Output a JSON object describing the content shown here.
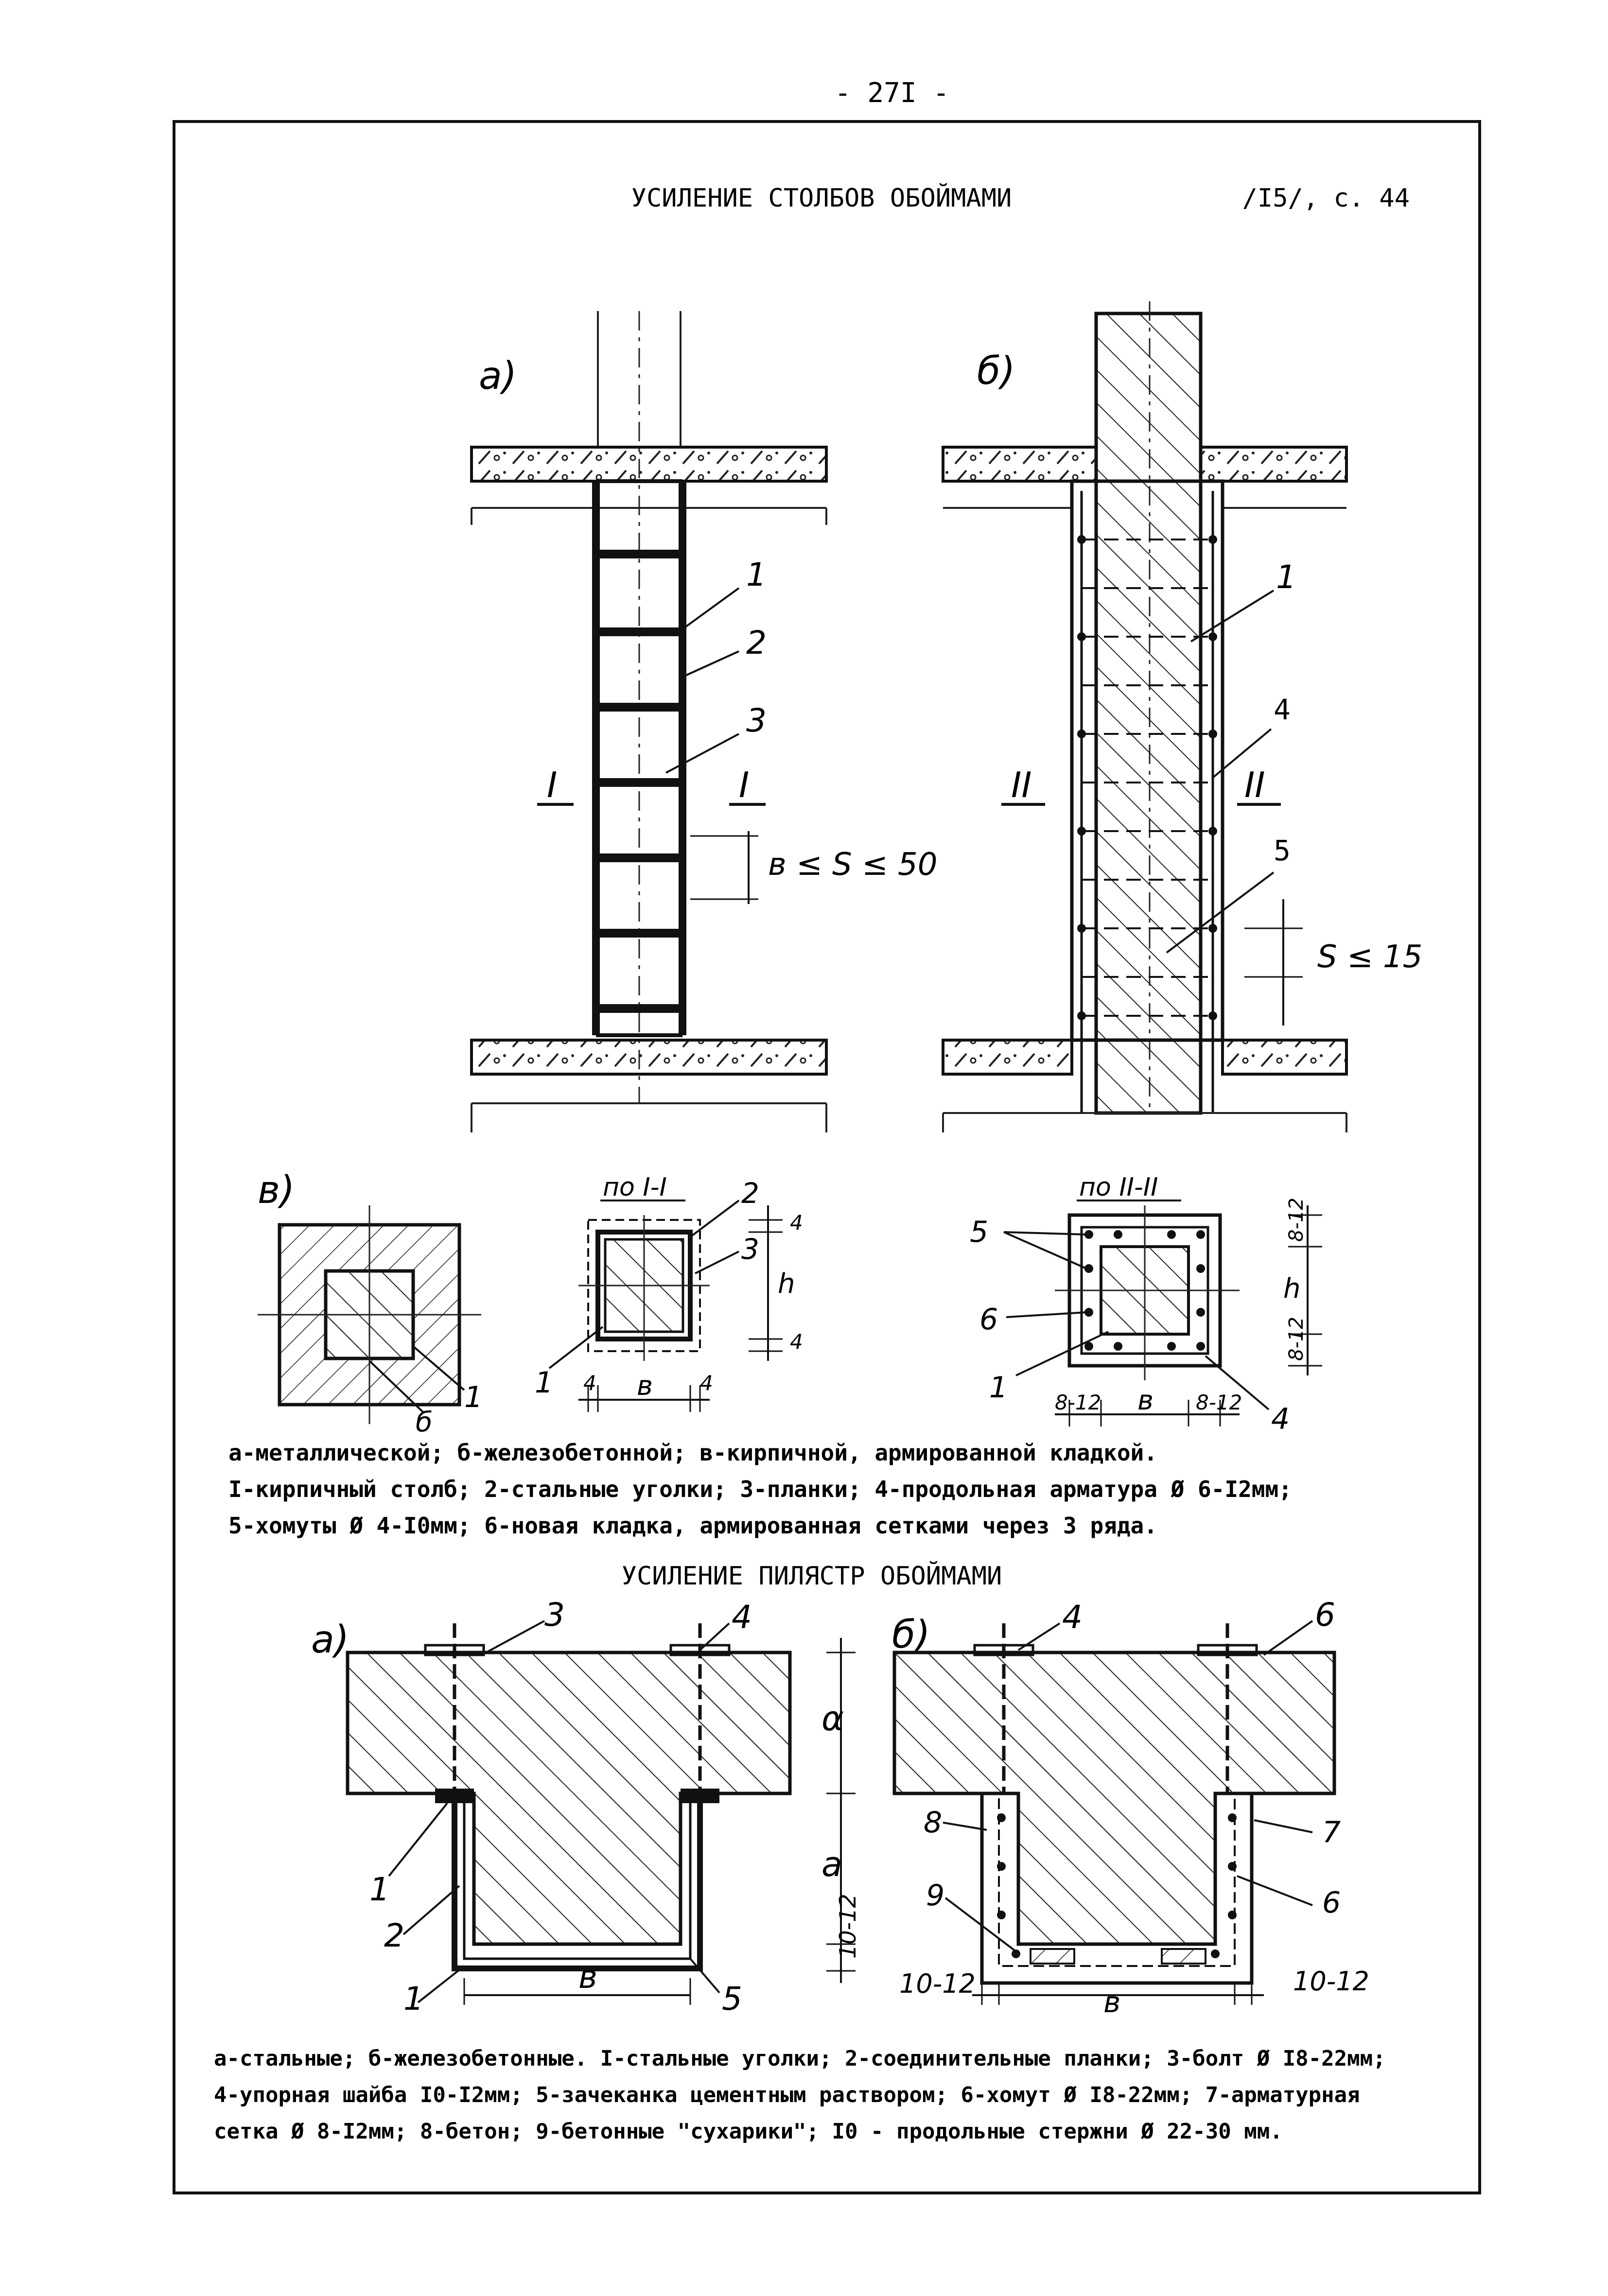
{
  "page_number": "- 27I -",
  "source_ref": "/I5/, с. 44",
  "section1": {
    "title": "УСИЛЕНИЕ СТОЛБОВ ОБОЙМАМИ",
    "fig_a": "а)",
    "fig_b": "б)",
    "fig_v": "в)",
    "sec_I": "I",
    "sec_II": "II",
    "spacing_a": "в ≤ S ≤ 50",
    "spacing_b": "S ≤ 15",
    "cut_I": "по I-I",
    "cut_II": "по II-II",
    "dim_b": "в",
    "dim_h": "h",
    "dim_4": "4",
    "dim_8_12": "8-12",
    "labels": [
      "1",
      "2",
      "3",
      "4",
      "5",
      "6",
      "б"
    ],
    "caption1": "а-металлической; б-железобетонной; в-кирпичной, армированной кладкой.",
    "caption2": "I-кирпичный столб; 2-стальные уголки; 3-планки; 4-продольная арматура Ø 6-I2мм;",
    "caption3": "5-хомуты Ø 4-I0мм; 6-новая кладка, армированная сетками через 3 ряда."
  },
  "section2": {
    "title": "УСИЛЕНИЕ ПИЛЯСТР ОБОЙМАМИ",
    "fig_a": "а)",
    "fig_b": "б)",
    "dim_alpha": "α",
    "dim_a": "a",
    "dim_10_12": "10-12",
    "dim_b": "в",
    "caption1": "а-стальные; б-железобетонные. I-стальные уголки; 2-соединительные планки; 3-болт Ø I8-22мм;",
    "caption2": "4-упорная шайба I0-I2мм; 5-зачеканка цементным раствором; 6-хомут Ø I8-22мм; 7-арматурная",
    "caption3": "сетка Ø 8-I2мм; 8-бетон; 9-бетонные \"сухарики\"; I0 - продольные стержни Ø 22-30 мм."
  }
}
